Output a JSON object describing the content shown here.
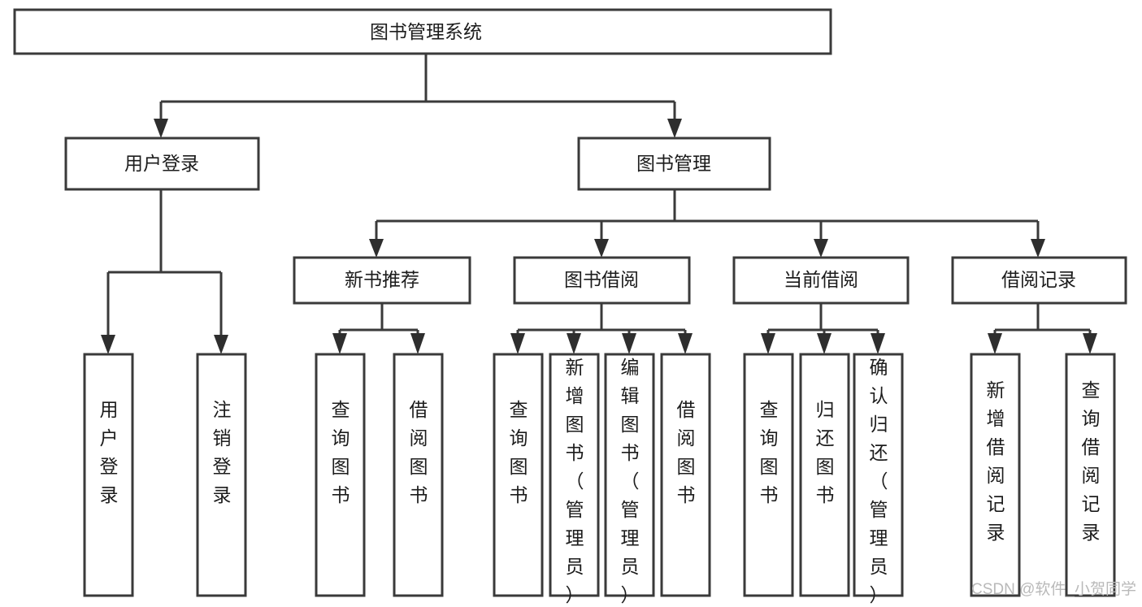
{
  "diagram": {
    "title": "图书管理系统",
    "type": "hierarchy-tree",
    "root": {
      "id": "root",
      "label": "图书管理系统",
      "orientation": "horizontal"
    },
    "level2": [
      {
        "id": "user-login",
        "label": "用户登录",
        "orientation": "horizontal"
      },
      {
        "id": "book-management",
        "label": "图书管理",
        "orientation": "horizontal"
      }
    ],
    "level3": [
      {
        "id": "new-book-recommend",
        "label": "新书推荐",
        "parent": "book-management",
        "orientation": "horizontal"
      },
      {
        "id": "book-borrow",
        "label": "图书借阅",
        "parent": "book-management",
        "orientation": "horizontal"
      },
      {
        "id": "current-borrow",
        "label": "当前借阅",
        "parent": "book-management",
        "orientation": "horizontal"
      },
      {
        "id": "borrow-record",
        "label": "借阅记录",
        "parent": "book-management",
        "orientation": "horizontal"
      }
    ],
    "leaves": [
      {
        "id": "leaf-user-login",
        "label": "用户登录",
        "parent": "user-login",
        "orientation": "vertical"
      },
      {
        "id": "leaf-logout-login",
        "label": "注销登录",
        "parent": "user-login",
        "orientation": "vertical"
      },
      {
        "id": "leaf-query-book-1",
        "label": "查询图书",
        "parent": "new-book-recommend",
        "orientation": "vertical"
      },
      {
        "id": "leaf-borrow-book-1",
        "label": "借阅图书",
        "parent": "new-book-recommend",
        "orientation": "vertical"
      },
      {
        "id": "leaf-query-book-2",
        "label": "查询图书",
        "parent": "book-borrow",
        "orientation": "vertical"
      },
      {
        "id": "leaf-add-book",
        "label": "新增图书（管理员）",
        "parent": "book-borrow",
        "orientation": "vertical"
      },
      {
        "id": "leaf-edit-book",
        "label": "编辑图书（管理员）",
        "parent": "book-borrow",
        "orientation": "vertical"
      },
      {
        "id": "leaf-borrow-book-2",
        "label": "借阅图书",
        "parent": "book-borrow",
        "orientation": "vertical"
      },
      {
        "id": "leaf-query-book-3",
        "label": "查询图书",
        "parent": "current-borrow",
        "orientation": "vertical"
      },
      {
        "id": "leaf-return-book",
        "label": "归还图书",
        "parent": "current-borrow",
        "orientation": "vertical"
      },
      {
        "id": "leaf-confirm-return",
        "label": "确认归还（管理员）",
        "parent": "current-borrow",
        "orientation": "vertical"
      },
      {
        "id": "leaf-add-borrow-record",
        "label": "新增借阅记录",
        "parent": "borrow-record",
        "orientation": "vertical"
      },
      {
        "id": "leaf-query-borrow-record",
        "label": "查询借阅记录",
        "parent": "borrow-record",
        "orientation": "vertical"
      }
    ]
  },
  "watermark": {
    "text": "CSDN @软件_小贺同学"
  },
  "colors": {
    "box_stroke": "#3a3a3a",
    "connector": "#3a3a3a",
    "text": "#1c1c1c",
    "background": "#ffffff",
    "watermark": "#b9b9b9"
  }
}
